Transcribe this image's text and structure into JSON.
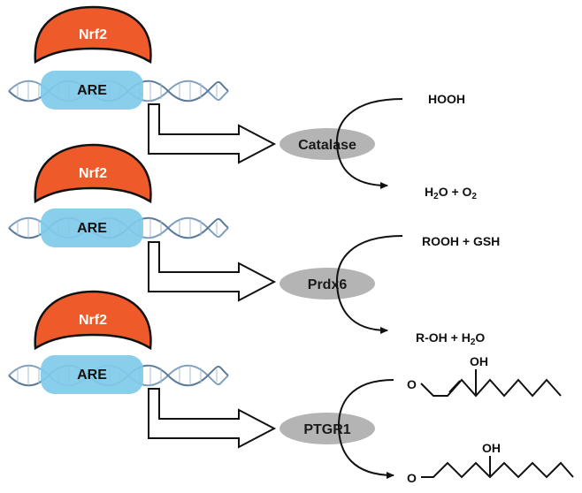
{
  "panels": [
    {
      "factor": "Nrf2",
      "element": "ARE",
      "enzyme": "Catalase",
      "substrate": "HOOH",
      "product_parts": [
        "H",
        "2",
        "O + O",
        "2"
      ]
    },
    {
      "factor": "Nrf2",
      "element": "ARE",
      "enzyme": "Prdx6",
      "substrate": "ROOH + GSH",
      "product_parts": [
        "R-OH + H",
        "2",
        "O"
      ]
    },
    {
      "factor": "Nrf2",
      "element": "ARE",
      "enzyme": "PTGR1",
      "substrate_structure": {
        "o_label": "O",
        "oh_label": "OH"
      },
      "product_structure": {
        "o_label": "O",
        "oh_label": "OH"
      }
    }
  ],
  "colors": {
    "nrf2": "#ee5a2a",
    "are": "#7fcbea",
    "dna_strand": "#8aa7c4",
    "enzyme": "#b4b4b4"
  }
}
